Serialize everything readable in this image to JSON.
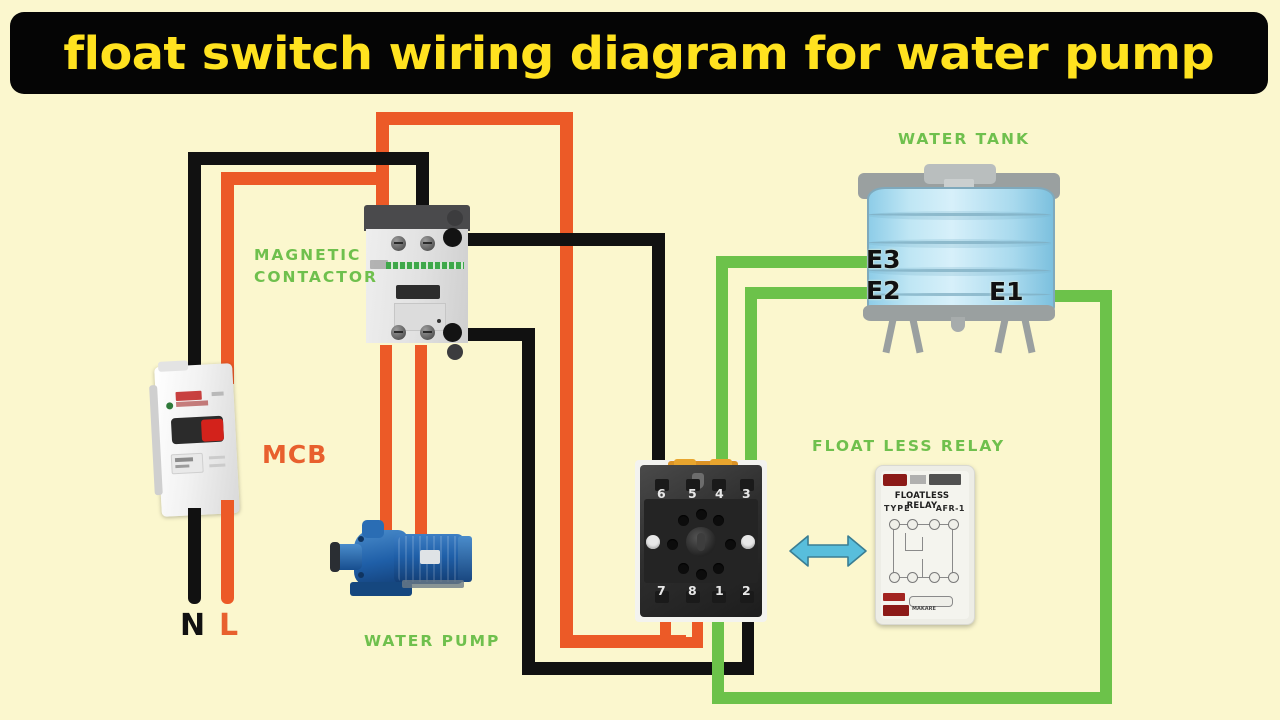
{
  "title": {
    "text": "float switch wiring diagram for water pump",
    "background": "#050505",
    "color": "#FFE21F"
  },
  "page": {
    "background": "#FBF7CE"
  },
  "labels": {
    "magnetic_contactor": "MAGNETIC\nCONTACTOR",
    "magnetic_contactor_line1": "MAGNETIC",
    "magnetic_contactor_line2": "CONTACTOR",
    "mcb": "MCB",
    "water_pump": "WATER PUMP",
    "water_tank": "WATER TANK",
    "floatless_relay": "FLOAT LESS RELAY",
    "neutral": "N",
    "line": "L",
    "electrode_1": "E1",
    "electrode_2": "E2",
    "electrode_3": "E3"
  },
  "relay_device": {
    "title": "FLOATLESS RELAY",
    "type_label": "TYPE",
    "type_value": "AFR-1",
    "bottom_text": "MAKARE"
  },
  "socket": {
    "name": "8-pin relay socket",
    "pins_top": [
      "6",
      "5",
      "4",
      "3"
    ],
    "pins_bottom": [
      "7",
      "8",
      "1",
      "2"
    ]
  },
  "wire_colors": {
    "neutral_black": "#111111",
    "line_orange": "#EC5A27",
    "electrode_green": "#6CC24A",
    "arrow_blue": "#58BEDC"
  },
  "connections": [
    {
      "from": "MCB N (top)",
      "to": "Contactor top terminal 2",
      "color": "#111111"
    },
    {
      "from": "MCB L (top)",
      "to": "Socket pin 7",
      "color": "#EC5A27"
    },
    {
      "from": "MCB L (top)",
      "to": "Contactor top terminal 1",
      "color": "#EC5A27"
    },
    {
      "from": "Contactor bottom terminals",
      "to": "Water pump",
      "color": "#EC5A27"
    },
    {
      "from": "Contactor aux top",
      "to": "Socket pin 6",
      "color": "#111111"
    },
    {
      "from": "Contactor aux bottom",
      "to": "Socket pin 2",
      "color": "#111111"
    },
    {
      "from": "Socket pin 7",
      "to": "Socket pin 8",
      "color": "#EC5A27"
    },
    {
      "from": "Tank E3",
      "to": "Socket pin 4",
      "color": "#6CC24A"
    },
    {
      "from": "Tank E2",
      "to": "Socket pin 3",
      "color": "#6CC24A"
    },
    {
      "from": "Tank E1",
      "to": "Socket pin 1",
      "color": "#6CC24A"
    }
  ]
}
